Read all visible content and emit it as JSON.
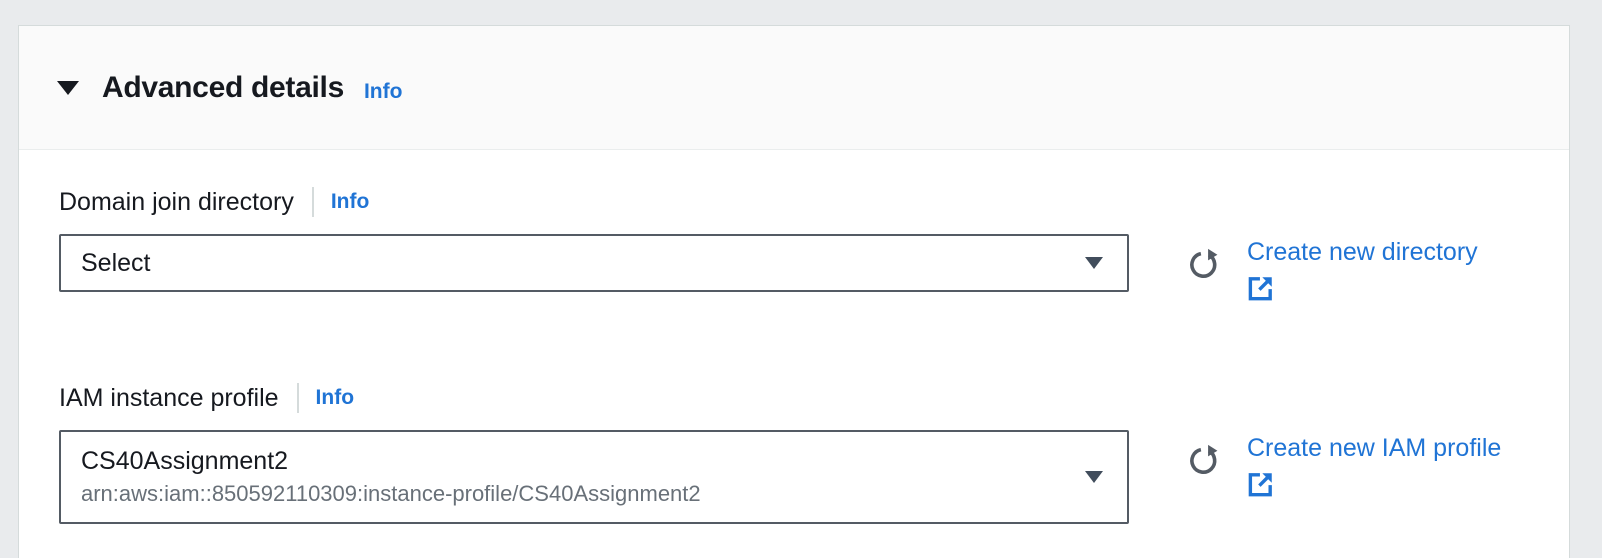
{
  "section": {
    "title": "Advanced details",
    "info_label": "Info"
  },
  "fields": [
    {
      "label": "Domain join directory",
      "info_label": "Info",
      "select": {
        "value": "Select"
      },
      "action": {
        "label": "Create new directory"
      }
    },
    {
      "label": "IAM instance profile",
      "info_label": "Info",
      "select": {
        "value": "CS40Assignment2",
        "description": "arn:aws:iam::850592110309:instance-profile/CS40Assignment2"
      },
      "action": {
        "label": "Create new IAM profile"
      }
    }
  ],
  "icons": {
    "section_caret": "caret-down-filled",
    "select_caret": "caret-down-filled",
    "refresh": "refresh-circular-arrow",
    "external": "external-link"
  },
  "colors": {
    "link_blue": "#2074d5",
    "icon_gray": "#545b64",
    "text_dark": "#16191f",
    "text_secondary": "#687078",
    "input_border": "#545b64",
    "panel_header_bg": "#fafafa",
    "panel_bg": "#ffffff",
    "page_bg": "#e9ebed"
  }
}
